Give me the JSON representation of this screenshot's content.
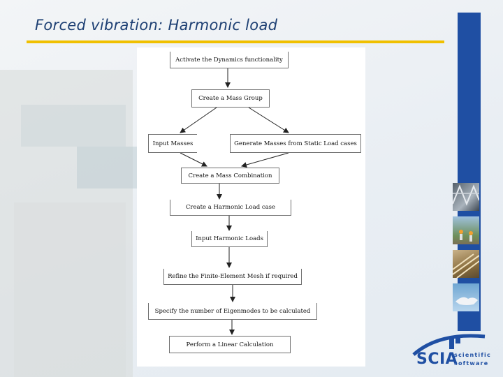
{
  "slide": {
    "title": "Forced vibration: Harmonic load",
    "accent_color": "#f0c000",
    "brand_color": "#1f4fa3"
  },
  "flowchart": {
    "nodes": [
      "Activate the Dynamics functionality",
      "Create a Mass Group",
      "Input Masses",
      "Generate Masses from Static Load cases",
      "Create a Mass Combination",
      "Create a Harmonic Load case",
      "Input Harmonic Loads",
      "Refine the Finite-Element Mesh if required",
      "Specify the number of Eigenmodes to be calculated",
      "Perform a Linear Calculation"
    ]
  },
  "logo": {
    "name": "SCIA",
    "tagline_1": "scientific",
    "tagline_2": "software"
  },
  "decor": {
    "thumbnails": [
      "steel-truss-photo-icon",
      "workers-photo-icon",
      "roof-structure-photo-icon",
      "handshake-photo-icon"
    ]
  }
}
